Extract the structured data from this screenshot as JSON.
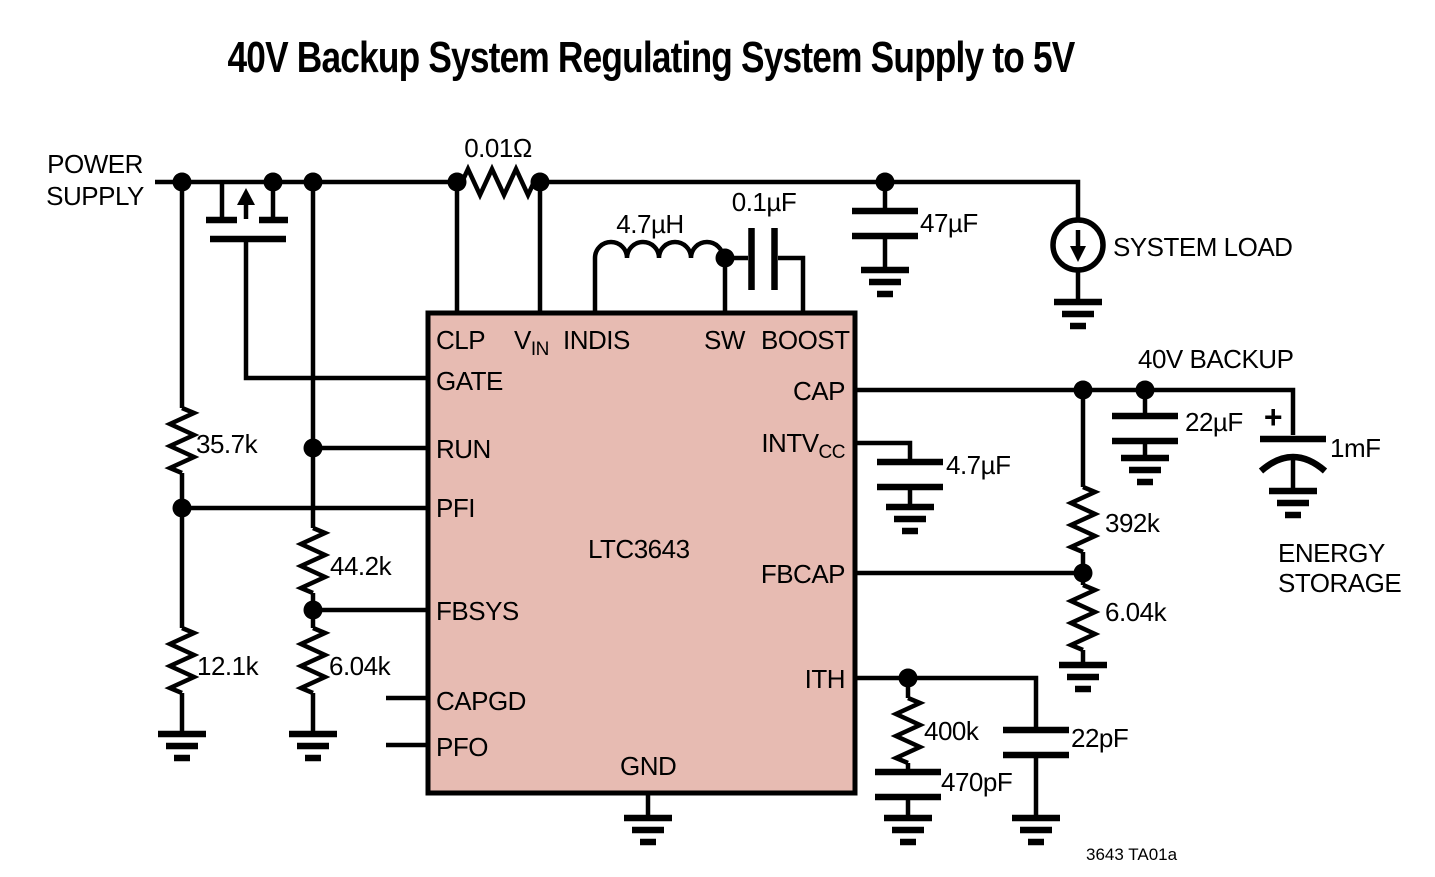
{
  "title": "40V Backup System Regulating System Supply to 5V",
  "source_label": {
    "line1": "POWER",
    "line2": "SUPPLY"
  },
  "ic": {
    "name": "LTC3643",
    "pins": {
      "clp": "CLP",
      "vin_main": "V",
      "vin_sub": "IN",
      "indis": "INDIS",
      "sw": "SW",
      "boost": "BOOST",
      "gate": "GATE",
      "run": "RUN",
      "pfi": "PFI",
      "fbsys": "FBSYS",
      "capgd": "CAPGD",
      "pfo": "PFO",
      "cap": "CAP",
      "intvcc_main": "INTV",
      "intvcc_sub": "CC",
      "fbcap": "FBCAP",
      "ith": "ITH",
      "gnd": "GND"
    }
  },
  "components": {
    "sense_resistor": "0.01Ω",
    "inductor": "4.7µH",
    "boost_cap": "0.1µF",
    "sys_cap": "47µF",
    "intvcc_cap": "4.7µF",
    "backup_cap": "22µF",
    "storage_plus": "+",
    "storage_cap": "1mF",
    "r35k7": "35.7k",
    "r12k1": "12.1k",
    "r44k2": "44.2k",
    "r6k04_left": "6.04k",
    "r392k": "392k",
    "r6k04_right": "6.04k",
    "r400k": "400k",
    "c470p": "470pF",
    "c22p": "22pF"
  },
  "annotations": {
    "system_load": "SYSTEM LOAD",
    "backup_rail": "40V BACKUP",
    "energy1": "ENERGY",
    "energy2": "STORAGE",
    "figure_id": "3643 TA01a"
  },
  "colors": {
    "ic_fill": "#e7bbb2",
    "line": "#000000",
    "background": "#ffffff"
  }
}
